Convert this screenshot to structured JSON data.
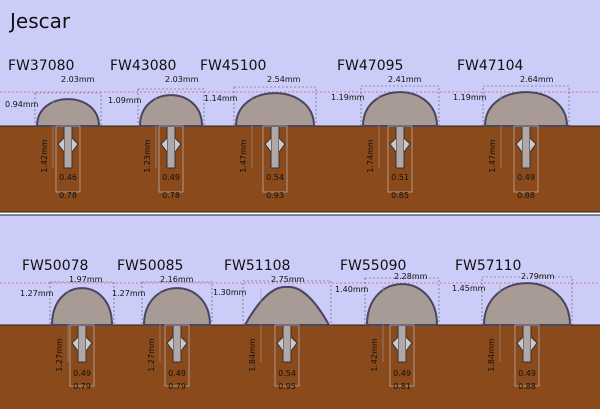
{
  "brand": "Jescar",
  "colors": {
    "sky": "#ccccf8",
    "wood": "#8a4a1c",
    "band": "#ffffff",
    "crown": "#a89b96",
    "crown_stroke": "#4a4560",
    "tang": "#b0a8a8",
    "guide": "#e05070"
  },
  "rows": [
    {
      "frets": [
        {
          "model": "FW37080",
          "crown_width": "2.03mm",
          "crown_height": "0.94mm",
          "tang_height": "1.42mm",
          "tang_width": "0.46",
          "barb_width": "0.78"
        },
        {
          "model": "FW43080",
          "crown_width": "2.03mm",
          "crown_height": "1.09mm",
          "tang_height": "1.23mm",
          "tang_width": "0.49",
          "barb_width": "0.78"
        },
        {
          "model": "FW45100",
          "crown_width": "2.54mm",
          "crown_height": "1.14mm",
          "tang_height": "1.47mm",
          "tang_width": "0.54",
          "barb_width": "0.93"
        },
        {
          "model": "FW47095",
          "crown_width": "2.41mm",
          "crown_height": "1.19mm",
          "tang_height": "1.74mm",
          "tang_width": "0.51",
          "barb_width": "0.85"
        },
        {
          "model": "FW47104",
          "crown_width": "2.64mm",
          "crown_height": "1.19mm",
          "tang_height": "1.47mm",
          "tang_width": "0.49",
          "barb_width": "0.88"
        }
      ]
    },
    {
      "frets": [
        {
          "model": "FW50078",
          "crown_width": "1.97mm",
          "crown_height": "1.27mm",
          "tang_height": "1.27mm",
          "tang_width": "0.49",
          "barb_width": "0.79"
        },
        {
          "model": "FW50085",
          "crown_width": "2.16mm",
          "crown_height": "1.27mm",
          "tang_height": "1.27mm",
          "tang_width": "0.49",
          "barb_width": "0.79"
        },
        {
          "model": "FW51108",
          "crown_width": "2.75mm",
          "crown_height": "1.30mm",
          "tang_height": "1.84mm",
          "tang_width": "0.54",
          "barb_width": "0.95"
        },
        {
          "model": "FW55090",
          "crown_width": "2.28mm",
          "crown_height": "1.40mm",
          "tang_height": "1.42mm",
          "tang_width": "0.49",
          "barb_width": "0.81"
        },
        {
          "model": "FW57110",
          "crown_width": "2.79mm",
          "crown_height": "1.45mm",
          "tang_height": "1.84mm",
          "tang_width": "0.49",
          "barb_width": "0.88"
        }
      ]
    }
  ]
}
